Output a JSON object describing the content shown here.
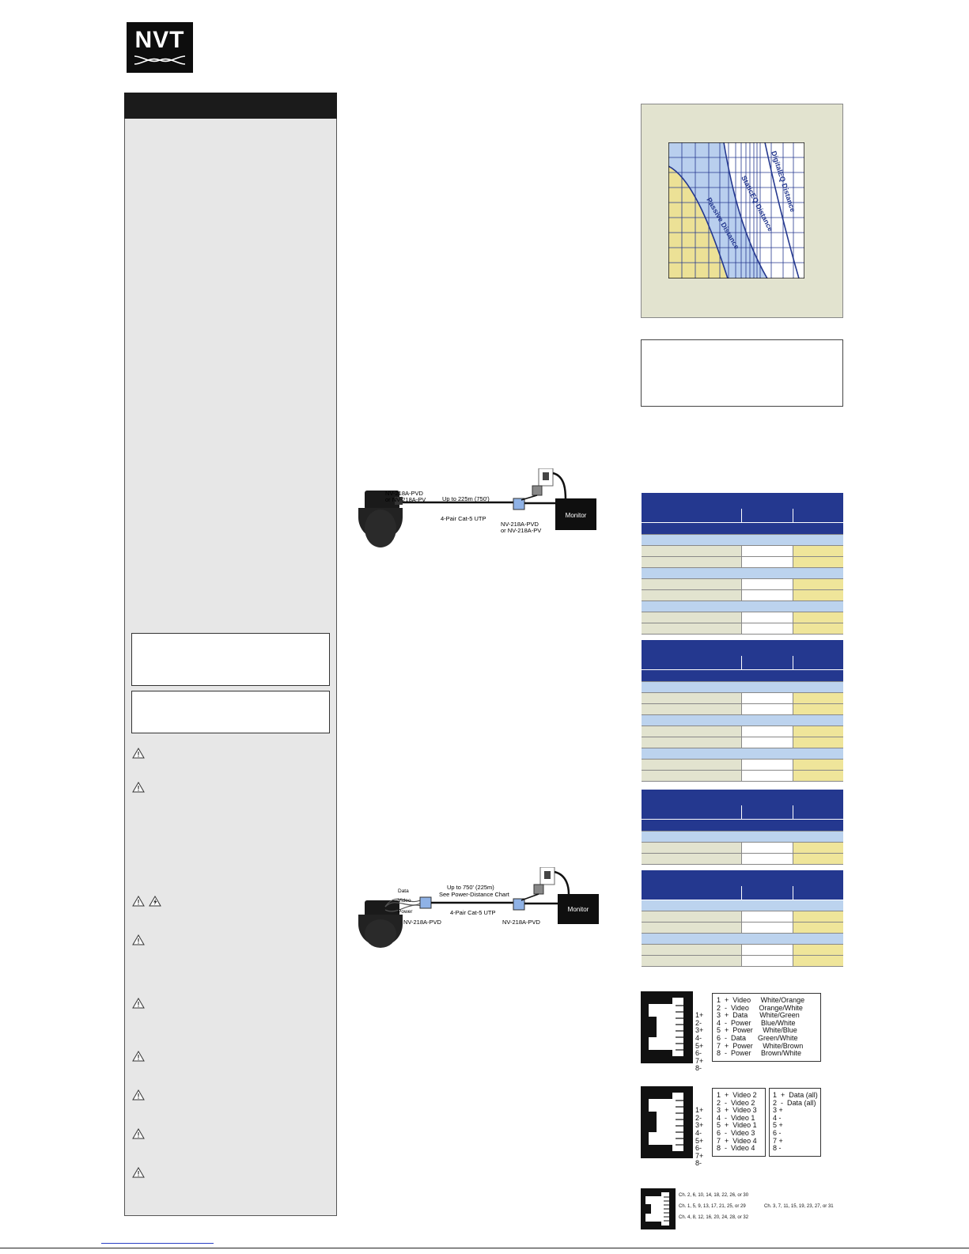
{
  "logo": {
    "text": "NVT"
  },
  "diagram1": {
    "camera_label_1": "NV-218A-PVD",
    "camera_label_2": "or NV-218A-PV",
    "distance": "Up to 225m (750')",
    "cable": "4-Pair Cat-5 UTP",
    "receiver_label_1": "NV-218A-PVD",
    "receiver_label_2": "or NV-218A-PV",
    "monitor": "Monitor"
  },
  "diagram2": {
    "data": "Data",
    "video": "Video",
    "power": "Power",
    "camera_label": "NV-218A-PVD",
    "distance": "Up to 750' (225m)",
    "chart_ref": "See Power-Distance Chart",
    "cable": "4-Pair Cat-5 UTP",
    "receiver_label": "NV-218A-PVD",
    "monitor": "Monitor"
  },
  "chart": {
    "curve_labels": [
      "Passive Distance",
      "StaticEQ Distance",
      "DigitalEQ Distance"
    ]
  },
  "pinout1": {
    "pins": [
      "1+",
      "2-",
      "3+",
      "4-",
      "5+",
      "6-",
      "7+",
      "8-"
    ],
    "lines": "1  +  Video     White/Orange\n2  -  Video     Orange/White\n3  +  Data      White/Green\n4  -  Power     Blue/White\n5  +  Power     White/Blue\n6  -  Data      Green/White\n7  +  Power     White/Brown\n8  -  Power     Brown/White"
  },
  "pinout2": {
    "pins": [
      "1+",
      "2-",
      "3+",
      "4-",
      "5+",
      "6-",
      "7+",
      "8-"
    ],
    "video_lines": "1  +  Video 2\n2  -  Video 2\n3  +  Video 3\n4  -  Video 1\n5  +  Video 1\n6  -  Video 3\n7  +  Video 4\n8  -  Video 4",
    "data_lines": "1  +  Data (all)\n2  -  Data (all)\n3 +\n4 -\n5 +\n6 -\n7 +\n8 -"
  },
  "pinout3": {
    "line1": "Ch. 2, 6, 10, 14, 18, 22, 26, or 30",
    "line2": "Ch. 1, 5, 9, 13, 17, 21, 25, or 29",
    "line2b": "Ch. 3, 7, 11, 15, 19, 23, 27, or 31",
    "line3": "Ch. 4, 8, 12, 16, 20, 24, 28, or 32"
  }
}
